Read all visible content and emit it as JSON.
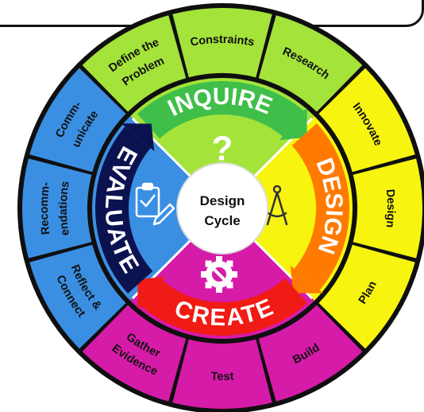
{
  "center": {
    "line1": "Design",
    "line2": "Cycle"
  },
  "phases": [
    {
      "key": "inquire",
      "label": "INQUIRE",
      "color": "#3fbf4a"
    },
    {
      "key": "design",
      "label": "DESIGN",
      "color": "#ff7a00"
    },
    {
      "key": "create",
      "label": "CREATE",
      "color": "#f01b14"
    },
    {
      "key": "evaluate",
      "label": "EVALUATE",
      "color": "#0b1250"
    }
  ],
  "quadrant_colors": {
    "inquire": "#a4e33a",
    "design": "#f7f510",
    "create": "#d61ba8",
    "evaluate": "#3b8fe3"
  },
  "outer_steps": [
    {
      "lines": [
        "Constraints"
      ],
      "phase": "inquire"
    },
    {
      "lines": [
        "Research"
      ],
      "phase": "inquire"
    },
    {
      "lines": [
        "Innovate"
      ],
      "phase": "design"
    },
    {
      "lines": [
        "Design"
      ],
      "phase": "design"
    },
    {
      "lines": [
        "Plan"
      ],
      "phase": "design"
    },
    {
      "lines": [
        "Build"
      ],
      "phase": "create"
    },
    {
      "lines": [
        "Test"
      ],
      "phase": "create"
    },
    {
      "lines": [
        "Gather",
        "Evidence"
      ],
      "phase": "create"
    },
    {
      "lines": [
        "Reflect &",
        "Connect"
      ],
      "phase": "evaluate"
    },
    {
      "lines": [
        "Recomm-",
        "endations"
      ],
      "phase": "evaluate"
    },
    {
      "lines": [
        "Comm-",
        "unicate"
      ],
      "phase": "evaluate"
    },
    {
      "lines": [
        "Define the",
        "Problem"
      ],
      "phase": "inquire"
    }
  ],
  "icons": {
    "inquire": "question-mark-icon",
    "design": "compass-icon",
    "create": "gear-wrench-icon",
    "evaluate": "clipboard-check-icon"
  },
  "icon_glyphs": {
    "inquire": "?"
  },
  "colors": {
    "outer_ring_fill": "#0f0f0f",
    "divider": "#ffffff",
    "center_fill": "#ffffff"
  }
}
